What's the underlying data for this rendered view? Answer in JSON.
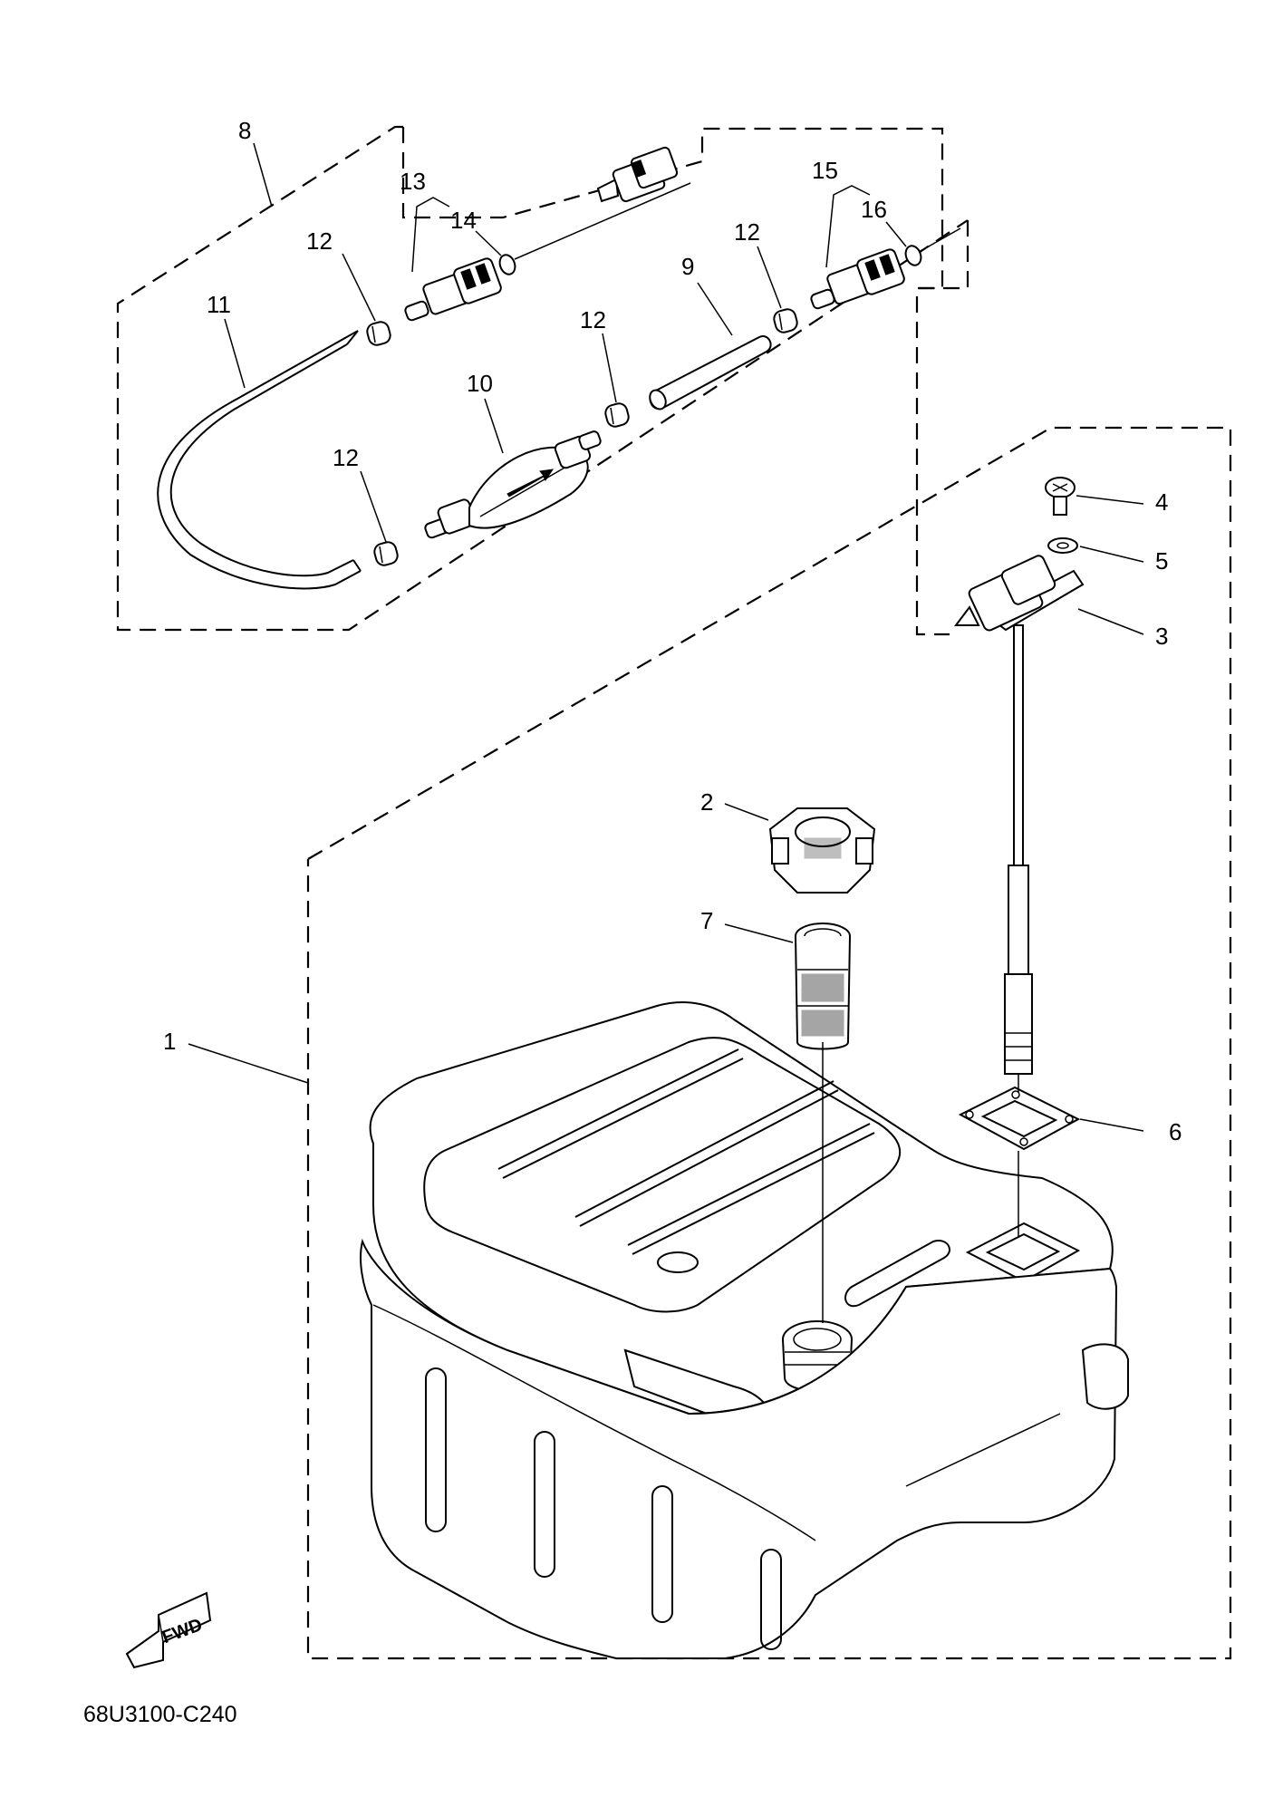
{
  "diagram": {
    "drawing_code": "68U3100-C240",
    "direction_label": "FWD",
    "callouts": {
      "c1": "1",
      "c2": "2",
      "c3": "3",
      "c4": "4",
      "c5": "5",
      "c6": "6",
      "c7": "7",
      "c8": "8",
      "c9": "9",
      "c10": "10",
      "c11": "11",
      "c12a": "12",
      "c12b": "12",
      "c12c": "12",
      "c12d": "12",
      "c13": "13",
      "c14": "14",
      "c15": "15",
      "c16": "16"
    }
  }
}
